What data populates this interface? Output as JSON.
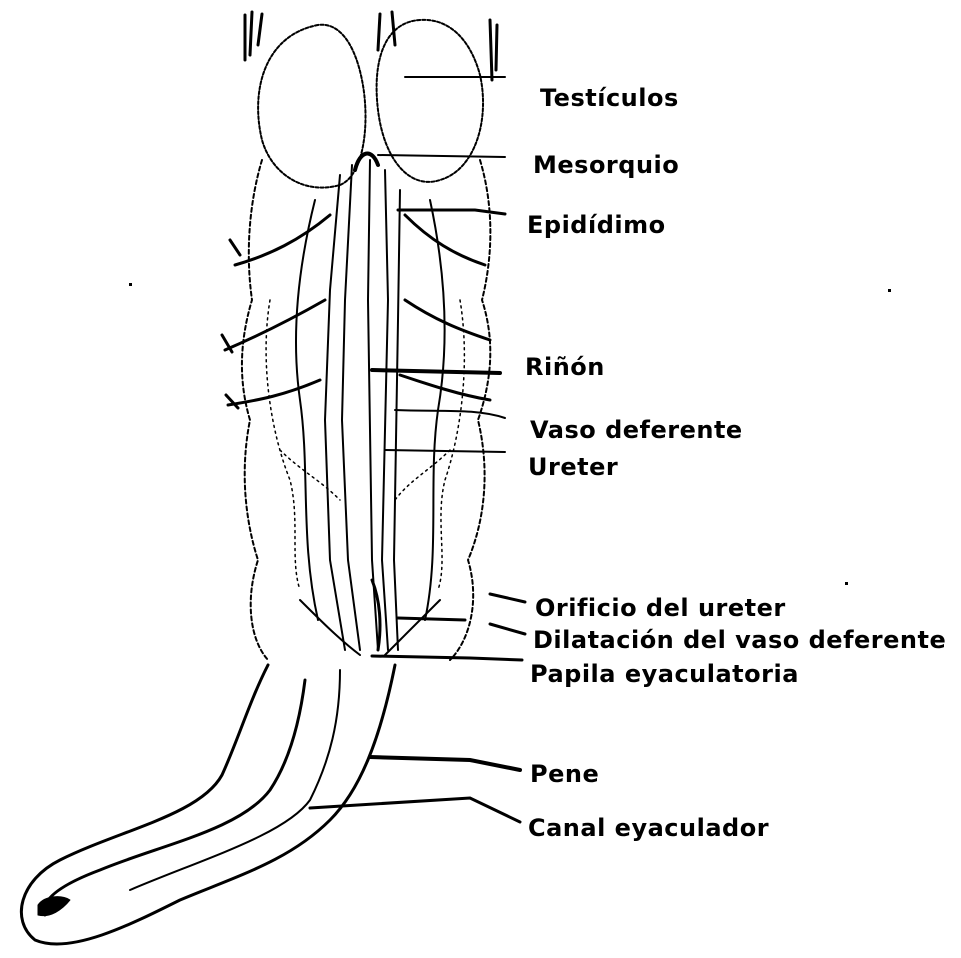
{
  "labels": {
    "testiculos": "Testículos",
    "mesorquio": "Mesorquio",
    "epididimo": "Epidídimo",
    "rinon": "Riñón",
    "vaso_deferente": "Vaso deferente",
    "ureter": "Ureter",
    "orificio_ureter": "Orificio del ureter",
    "dilatacion_vaso": "Dilatación del vaso deferente",
    "papila": "Papila eyaculatoria",
    "pene": "Pene",
    "canal": "Canal eyaculador"
  },
  "colors": {
    "ink": "#000000",
    "paper": "#ffffff"
  }
}
